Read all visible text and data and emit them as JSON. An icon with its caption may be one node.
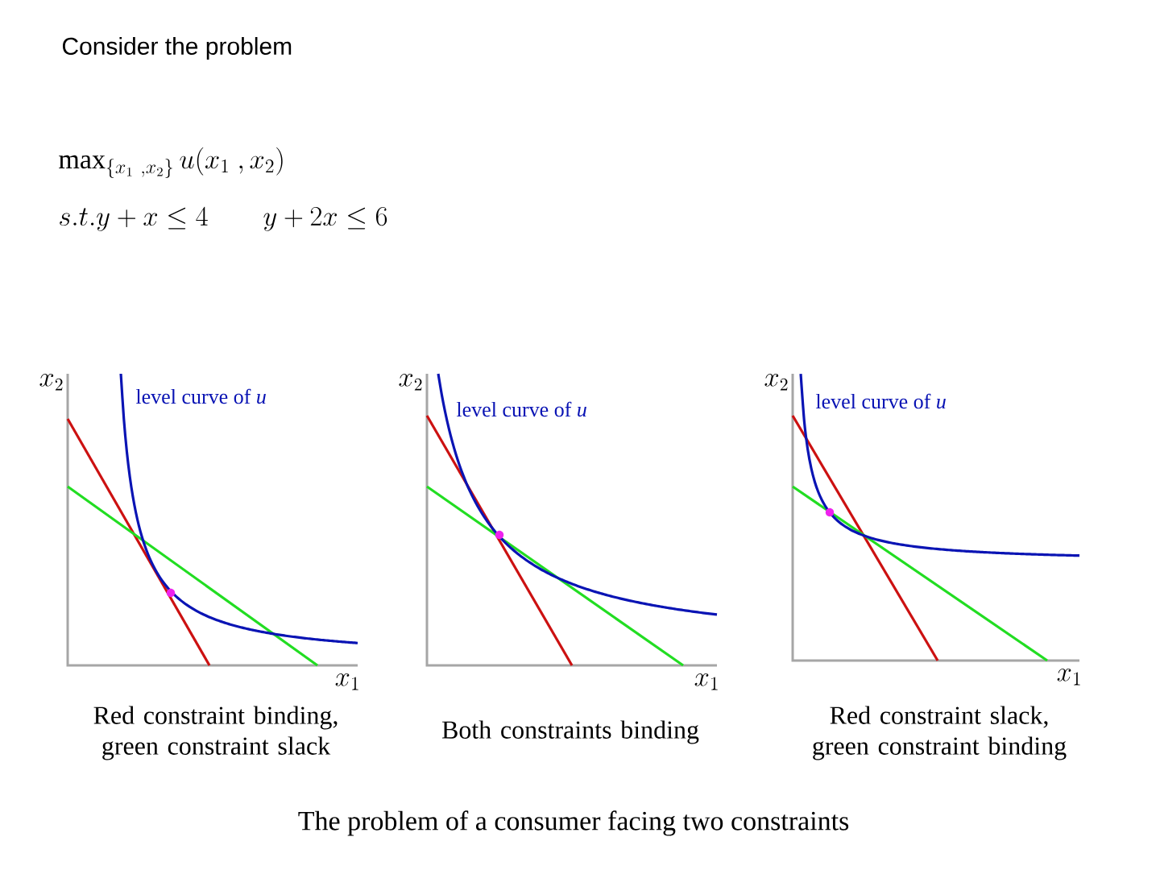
{
  "diagram": {
    "title": "Consider the problem",
    "caption": "The problem of a consumer facing two constraints",
    "labels": [
      "\\max_{\\{x_1\\ ,x_2\\}} u(x_1\\ ,x_2)",
      "s.t. y+x\\leq 4 \\qquad y+2x\\leq 6",
      "x_2",
      "level curve of *u*",
      "x_1",
      "Red constraint binding, green constraint slack",
      "x_2",
      "level curve of *u*",
      "x_1",
      "Both constraints binding",
      "x_2",
      "level curve of *u*",
      "x_1",
      "Red constraint slack, green constraint binding"
    ]
  }
}
